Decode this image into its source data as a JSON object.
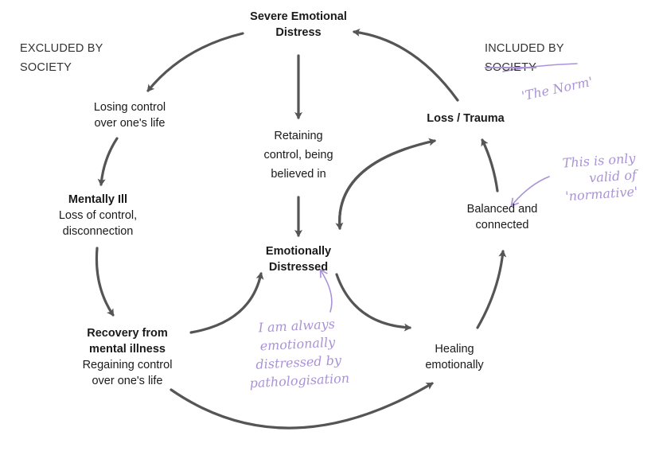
{
  "left_group": {
    "line1": "EXCLUDED BY",
    "line2": "SOCIETY"
  },
  "right_group": {
    "line1": "INCLUDED BY",
    "line2": "SOCIETY"
  },
  "nodes": {
    "severe": {
      "title1": "Severe Emotional",
      "title2": "Distress"
    },
    "losing_control": {
      "line1": "Losing control",
      "line2": "over one's life"
    },
    "mentally_ill": {
      "title": "Mentally Ill",
      "line1": "Loss of control,",
      "line2": "disconnection"
    },
    "recovery": {
      "title1": "Recovery from",
      "title2": "mental illness",
      "line1": "Regaining control",
      "line2": "over one's life"
    },
    "retaining": {
      "line1": "Retaining",
      "line2": "control, being",
      "line3": "believed in"
    },
    "emotionally": {
      "title1": "Emotionally",
      "title2": "Distressed"
    },
    "loss": {
      "title": "Loss / Trauma"
    },
    "balanced": {
      "line1": "Balanced and",
      "line2": "connected"
    },
    "healing": {
      "line1": "Healing",
      "line2": "emotionally"
    }
  },
  "annotations": {
    "norm": "'The Norm'",
    "valid": {
      "line1": "This is only",
      "line2": "valid of",
      "line3": "'normative'"
    },
    "always": {
      "line1": "I am always",
      "line2": "emotionally",
      "line3": "distressed by",
      "line4": "pathologisation"
    }
  },
  "colors": {
    "arrow": "#555555",
    "annotation": "#a993d6"
  }
}
